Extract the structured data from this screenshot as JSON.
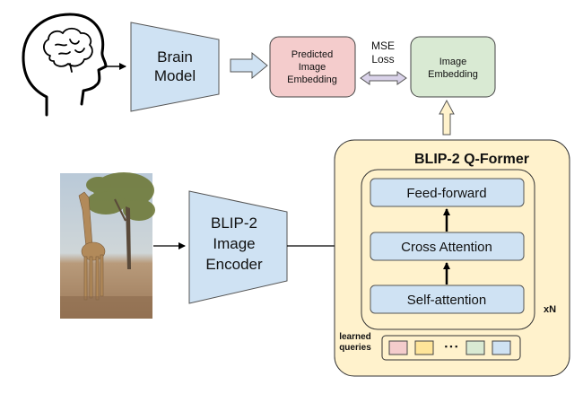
{
  "brain_model": {
    "line1": "Brain",
    "line2": "Model"
  },
  "predicted_embedding": {
    "line1": "Predicted",
    "line2": "Image",
    "line3": "Embedding"
  },
  "loss": {
    "line1": "MSE",
    "line2": "Loss"
  },
  "image_embedding": {
    "line1": "Image",
    "line2": "Embedding"
  },
  "image_encoder": {
    "line1": "BLIP-2",
    "line2": "Image",
    "line3": "Encoder"
  },
  "qformer": {
    "title": "BLIP-2 Q-Former",
    "blocks": {
      "feed_forward": "Feed-forward",
      "cross_attention": "Cross Attention",
      "self_attention": "Self-attention"
    },
    "repeat_label": "xN",
    "queries_label_line1": "learned",
    "queries_label_line2": "queries",
    "ellipsis": "▪ ▪ ▪"
  },
  "colors": {
    "encoder_blue": "#cfe2f3",
    "pred_pink": "#f4cccc",
    "embed_green": "#d9ead3",
    "qformer_yellow": "#fff2cc",
    "query_pink": "#f4cccc",
    "query_yellow": "#ffe599",
    "query_green": "#d9ead3",
    "query_blue": "#cfe2f3"
  },
  "icons": {
    "head": "head-with-brain-icon",
    "photo": "giraffe-photo"
  }
}
